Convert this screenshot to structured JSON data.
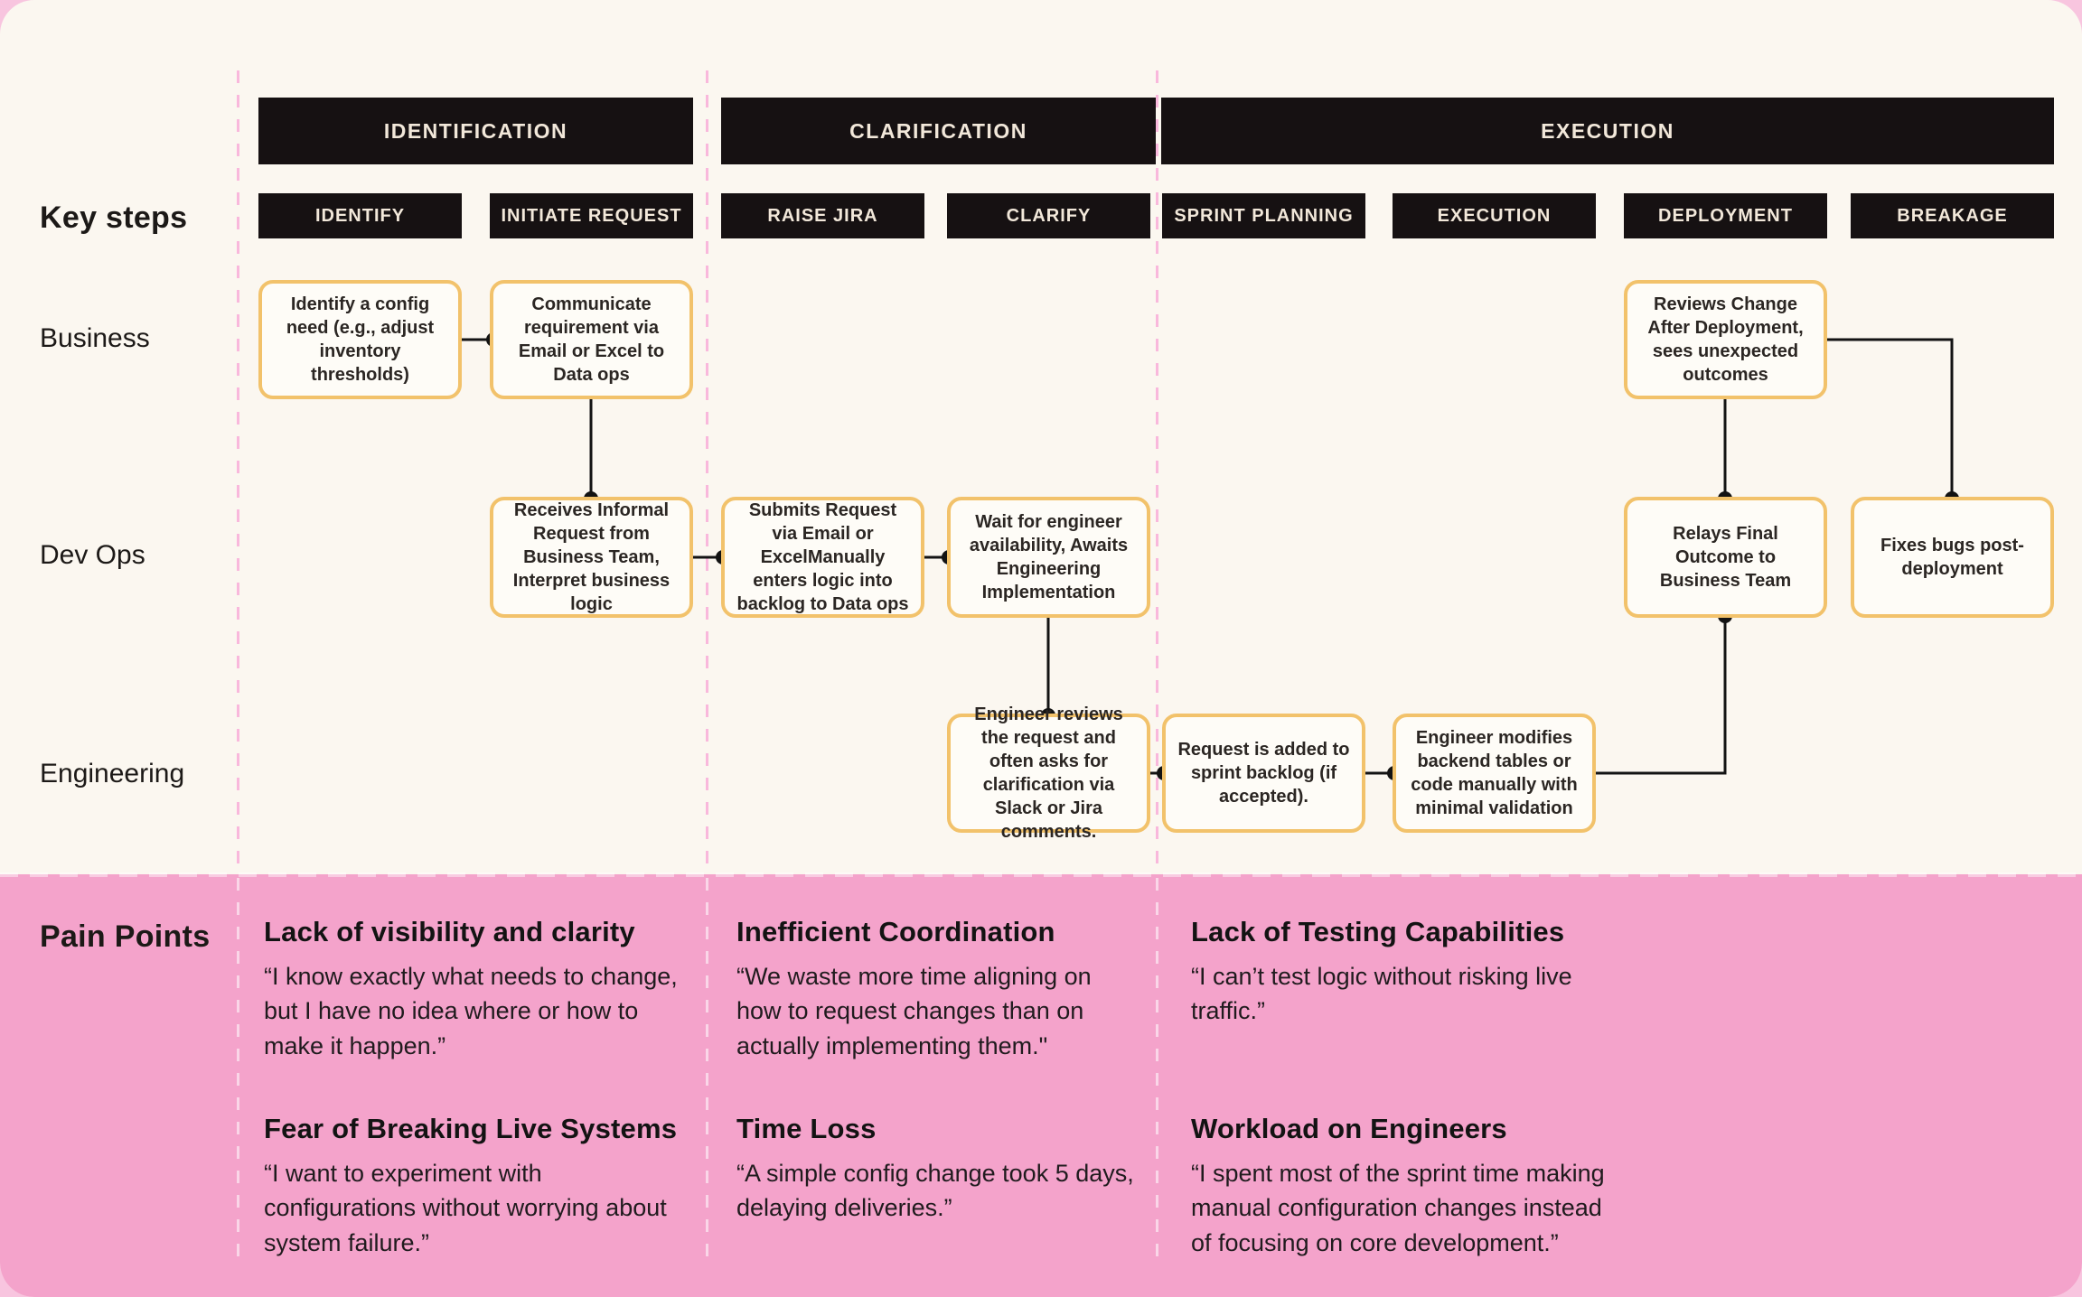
{
  "title": "Configuration change journey map",
  "colors": {
    "page_background": "#F8C5DF",
    "card_background": "#FBF7F0",
    "pain_section_background": "#F4A3CB",
    "bar_background": "#161112",
    "bar_text": "#F2E8DA",
    "node_border": "#F2C26B",
    "node_background": "#FEFCF7",
    "divider_dash": "#F9B8DC",
    "connector_line": "#131313"
  },
  "labels": {
    "key_steps": "Key steps",
    "pain_points": "Pain Points"
  },
  "lanes": [
    {
      "id": "business",
      "label": "Business"
    },
    {
      "id": "devops",
      "label": "Dev Ops"
    },
    {
      "id": "engineering",
      "label": "Engineering"
    }
  ],
  "phases": [
    {
      "id": "identification",
      "label": "IDENTIFICATION",
      "steps": [
        "IDENTIFY",
        "INITIATE REQUEST"
      ]
    },
    {
      "id": "clarification",
      "label": "CLARIFICATION",
      "steps": [
        "RAISE JIRA",
        "CLARIFY"
      ]
    },
    {
      "id": "execution",
      "label": "EXECUTION",
      "steps": [
        "SPRINT PLANNING",
        "EXECUTION",
        "DEPLOYMENT",
        "BREAKAGE"
      ]
    }
  ],
  "steps": [
    "IDENTIFY",
    "INITIATE REQUEST",
    "RAISE JIRA",
    "CLARIFY",
    "SPRINT PLANNING",
    "EXECUTION",
    "DEPLOYMENT",
    "BREAKAGE"
  ],
  "nodes": [
    {
      "id": "identify-config",
      "lane": "business",
      "step": "IDENTIFY",
      "text": "Identify a config need (e.g., adjust inventory thresholds)"
    },
    {
      "id": "communicate-requirement",
      "lane": "business",
      "step": "INITIATE REQUEST",
      "text": "Communicate requirement via Email or Excel to Data ops"
    },
    {
      "id": "reviews-change",
      "lane": "business",
      "step": "DEPLOYMENT",
      "text": "Reviews Change After Deployment, sees unexpected outcomes"
    },
    {
      "id": "receives-informal",
      "lane": "devops",
      "step": "INITIATE REQUEST",
      "text": "Receives Informal Request from Business Team, Interpret business logic"
    },
    {
      "id": "submits-request",
      "lane": "devops",
      "step": "RAISE JIRA",
      "text": "Submits Request via Email or ExcelManually enters logic into backlog to Data ops"
    },
    {
      "id": "wait-engineer",
      "lane": "devops",
      "step": "CLARIFY",
      "text": "Wait for engineer availability, Awaits Engineering Implementation"
    },
    {
      "id": "relays-outcome",
      "lane": "devops",
      "step": "DEPLOYMENT",
      "text": "Relays Final Outcome to Business Team"
    },
    {
      "id": "fixes-bugs",
      "lane": "devops",
      "step": "BREAKAGE",
      "text": "Fixes bugs post-deployment"
    },
    {
      "id": "engineer-reviews",
      "lane": "engineering",
      "step": "CLARIFY",
      "text": "Engineer reviews the request and often asks for clarification via Slack or Jira comments."
    },
    {
      "id": "request-added",
      "lane": "engineering",
      "step": "SPRINT PLANNING",
      "text": "Request is added to sprint backlog (if accepted)."
    },
    {
      "id": "engineer-modifies",
      "lane": "engineering",
      "step": "EXECUTION",
      "text": "Engineer modifies backend tables or code manually with minimal validation"
    }
  ],
  "edges": [
    {
      "from": "identify-config",
      "to": "communicate-requirement"
    },
    {
      "from": "communicate-requirement",
      "to": "receives-informal"
    },
    {
      "from": "receives-informal",
      "to": "submits-request"
    },
    {
      "from": "submits-request",
      "to": "wait-engineer"
    },
    {
      "from": "wait-engineer",
      "to": "engineer-reviews"
    },
    {
      "from": "engineer-reviews",
      "to": "request-added"
    },
    {
      "from": "request-added",
      "to": "engineer-modifies"
    },
    {
      "from": "engineer-modifies",
      "to": "relays-outcome"
    },
    {
      "from": "reviews-change",
      "to": "relays-outcome"
    },
    {
      "from": "reviews-change",
      "to": "fixes-bugs"
    }
  ],
  "pain_points": [
    {
      "title": "Lack of visibility and clarity",
      "quote": "“I know exactly what needs to change, but I have no idea where or how to make it happen.”"
    },
    {
      "title": "Inefficient Coordination",
      "quote": "“We waste more time aligning on how to request changes than on actually implementing them.\""
    },
    {
      "title": "Lack of Testing Capabilities",
      "quote": "“I can’t test logic without risking live traffic.”"
    },
    {
      "title": "Fear of Breaking Live Systems",
      "quote": "“I want to experiment with configurations without worrying about system failure.”"
    },
    {
      "title": "Time Loss",
      "quote": "“A simple config change took 5 days, delaying deliveries.”"
    },
    {
      "title": "Workload on Engineers",
      "quote": "“I spent most of the sprint time making manual configuration changes instead of focusing on core development.”"
    }
  ]
}
